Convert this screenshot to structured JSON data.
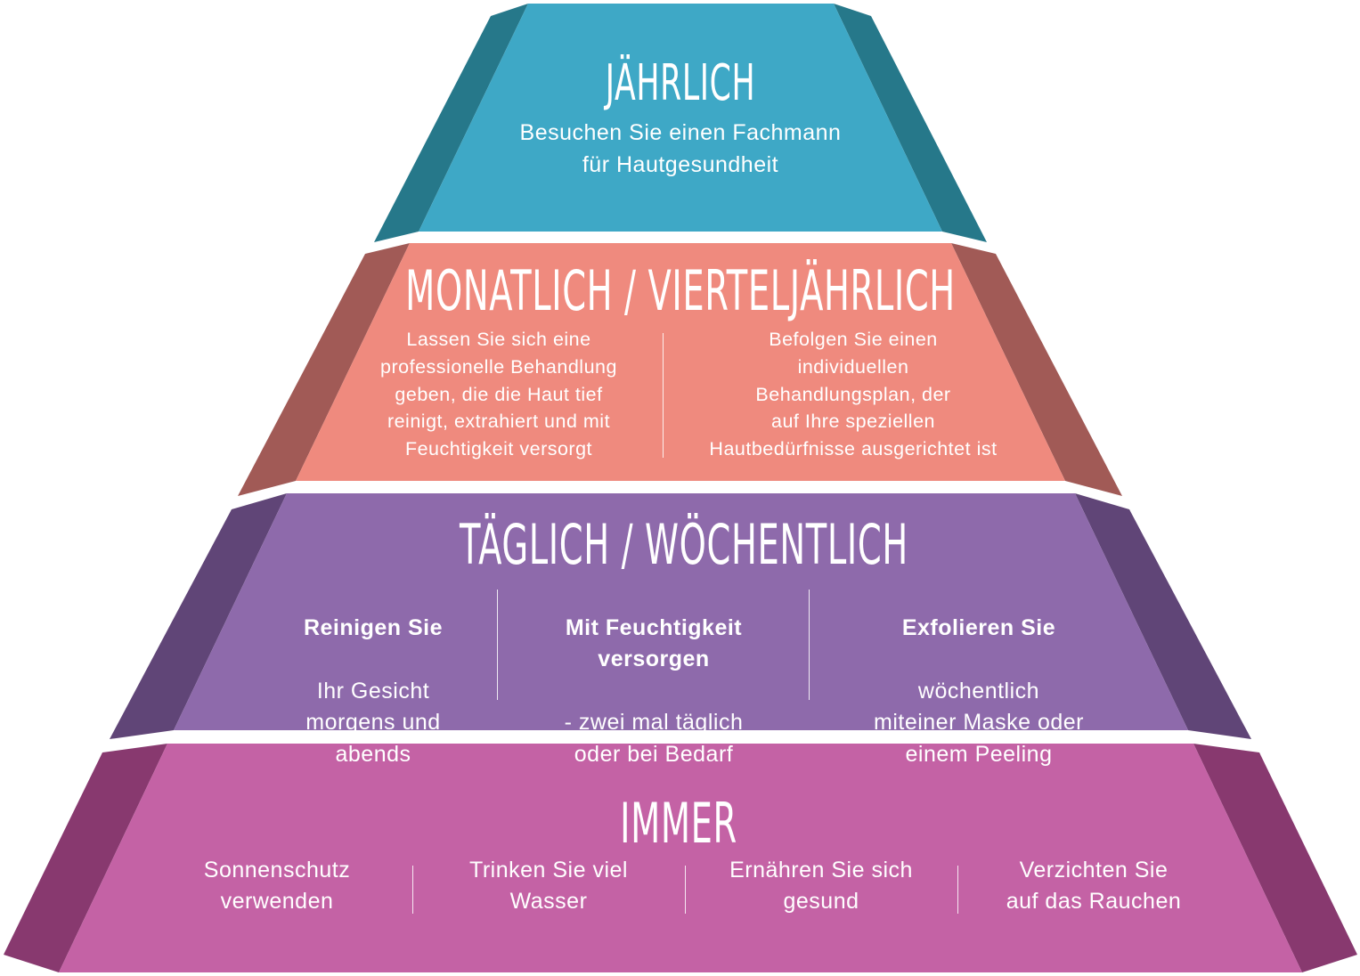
{
  "colors": {
    "tier1_face": "#3ea8c6",
    "tier1_side": "#26788a",
    "tier2_face": "#ef8a7e",
    "tier2_side": "#a15a56",
    "tier3_face": "#8e6aab",
    "tier3_side": "#604577",
    "tier4_face": "#c462a5",
    "tier4_side": "#88396f",
    "text": "#ffffff"
  },
  "tiers": {
    "annual": {
      "title": "JÄHRLICH",
      "text": "Besuchen Sie einen Fachmann\nfür Hautgesundheit"
    },
    "monthly": {
      "title": "MONATLICH / VIERTELJÄHRLICH",
      "col1": "Lassen Sie sich eine\nprofessionelle Behandlung\ngeben, die die Haut tief\nreinigt, extrahiert und mit\nFeuchtigkeit versorgt",
      "col2": "Befolgen Sie einen\nindividuellen\nBehandlungsplan, der\nauf Ihre speziellen\nHautbedürfnisse ausgerichtet ist"
    },
    "daily": {
      "title": "TÄGLICH / WÖCHENTLICH",
      "col1_bold": "Reinigen Sie",
      "col1_text": "Ihr Gesicht\nmorgens und\nabends",
      "col2_bold": "Mit Feuchtigkeit\nversorgen",
      "col2_text": "- zwei mal täglich\noder bei Bedarf",
      "col3_bold": "Exfolieren Sie",
      "col3_text": "wöchentlich\nmiteiner Maske oder\neinem Peeling"
    },
    "always": {
      "title": "IMMER",
      "col1": "Sonnenschutz\nverwenden",
      "col2": "Trinken Sie viel\nWasser",
      "col3": "Ernähren Sie sich\ngesund",
      "col4": "Verzichten Sie\nauf das Rauchen"
    }
  }
}
